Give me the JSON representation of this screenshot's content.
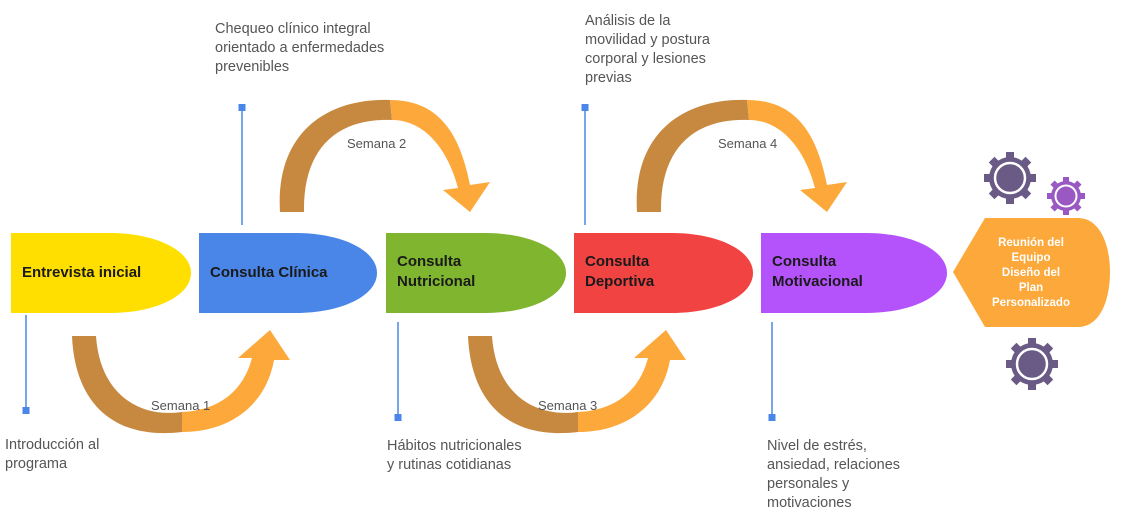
{
  "colors": {
    "step1": "#ffdf00",
    "step2": "#4a86e8",
    "step3": "#80b52f",
    "step4": "#f24343",
    "step5": "#b453fb",
    "final": "#fca83b",
    "arrow_back": "#c7883f",
    "arrow_front": "#fca83b",
    "pin": "#4a86e8",
    "gear": "#6a5a86",
    "gear_small": "#9a59c2"
  },
  "steps": [
    {
      "label_lines": [
        "Entrevista inicial"
      ]
    },
    {
      "label_lines": [
        "Consulta Clínica"
      ]
    },
    {
      "label_lines": [
        "Consulta",
        "Nutricional"
      ]
    },
    {
      "label_lines": [
        "Consulta",
        "Deportiva"
      ]
    },
    {
      "label_lines": [
        "Consulta",
        "Motivacional"
      ]
    }
  ],
  "notes": [
    {
      "lines": [
        "Introducción al",
        "programa"
      ]
    },
    {
      "lines": [
        "Chequeo clínico integral",
        "orientado a enfermedades",
        "prevenibles"
      ]
    },
    {
      "lines": [
        "Hábitos nutricionales",
        "y rutinas cotidianas"
      ]
    },
    {
      "lines": [
        "Análisis de la",
        "movilidad y postura",
        "corporal y lesiones",
        "previas"
      ]
    },
    {
      "lines": [
        "Nivel de estrés,",
        "ansiedad, relaciones",
        "personales y",
        "motivaciones"
      ]
    }
  ],
  "weeks": [
    "Semana 1",
    "Semana 2",
    "Semana 3",
    "Semana 4"
  ],
  "final": {
    "lines": [
      "Reunión del",
      "Equipo",
      "Diseño del",
      "Plan",
      "Personalizado"
    ]
  },
  "icons": [
    "gear-icon",
    "gear-icon",
    "gear-icon"
  ]
}
